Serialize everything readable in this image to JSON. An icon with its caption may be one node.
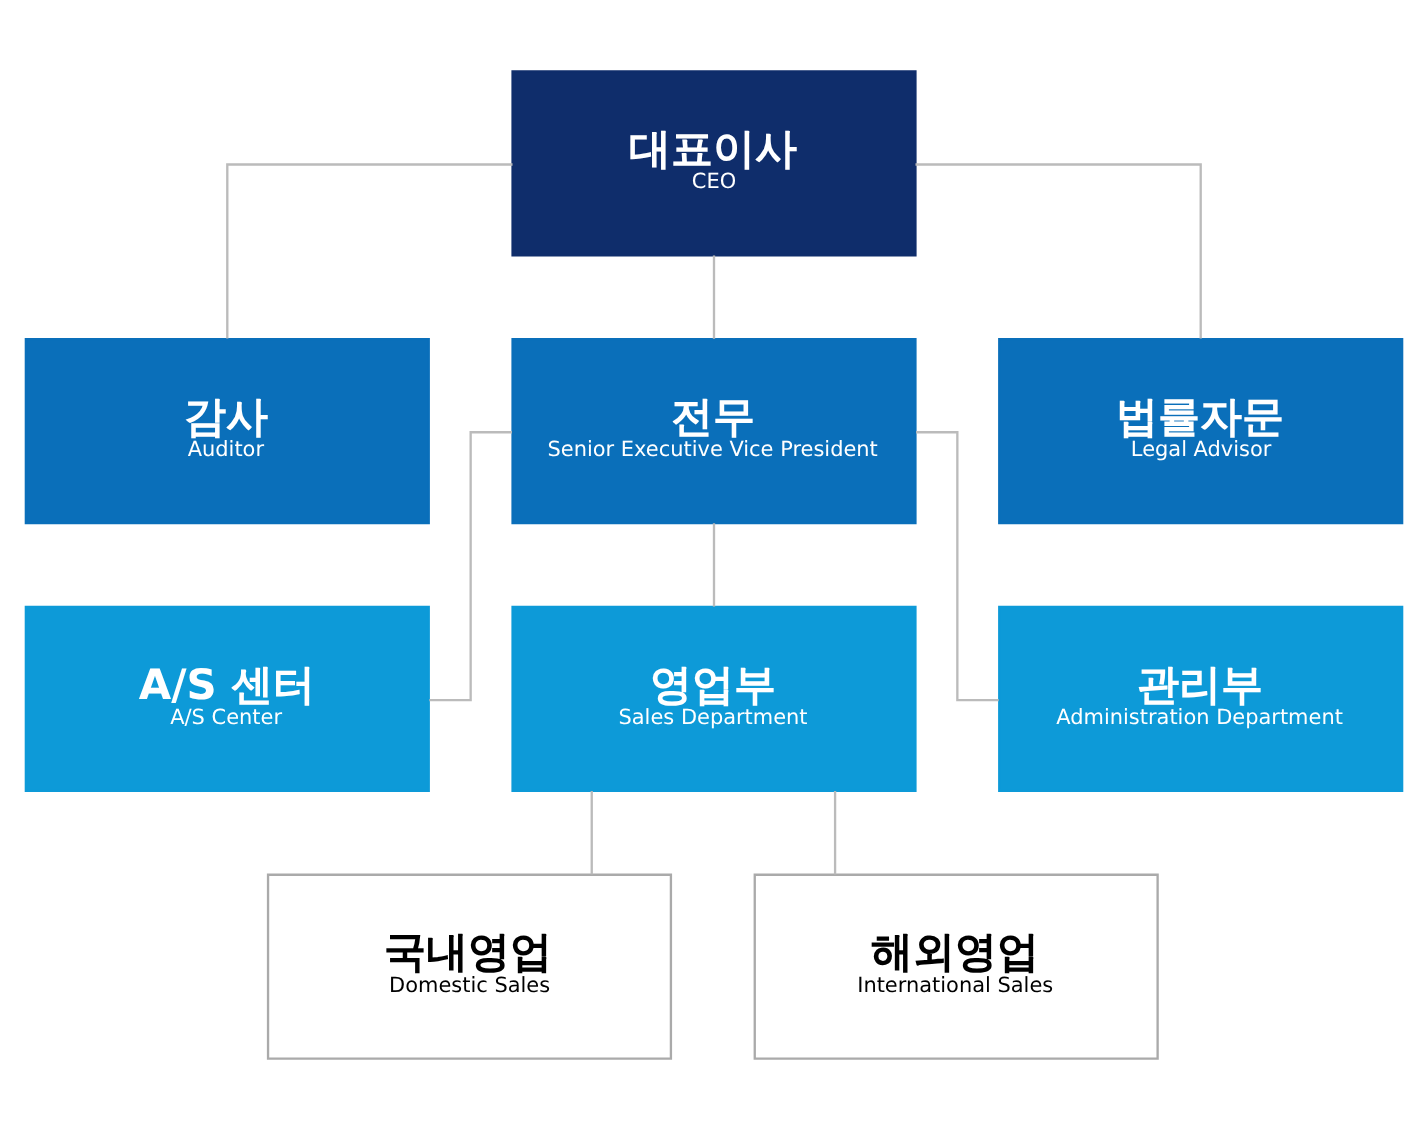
{
  "diagram": {
    "nodes": [
      {
        "text": [
          "대표이사",
          "CEO"
        ]
      },
      {
        "text": [
          "감사",
          "Auditor"
        ]
      },
      {
        "text": [
          "전무",
          "Senior Executive Vice President"
        ]
      },
      {
        "text": [
          "법률자문",
          "Legal Advisor"
        ]
      },
      {
        "text": [
          "A/S 센터",
          "A/S Center"
        ]
      },
      {
        "text": [
          "영업부",
          "Sales Department"
        ]
      },
      {
        "text": [
          "관리부",
          "Administration Department"
        ]
      },
      {
        "text": [
          "국내영업",
          "Domestic Sales"
        ]
      },
      {
        "text": [
          "해외영업",
          "International Sales"
        ]
      }
    ],
    "edges": [
      {
        "from": 0,
        "to": 1,
        "arrow": "none"
      },
      {
        "from": 0,
        "to": 2,
        "arrow": "none"
      },
      {
        "from": 0,
        "to": 3,
        "arrow": "none"
      },
      {
        "from": 2,
        "to": 4,
        "arrow": "none"
      },
      {
        "from": 2,
        "to": 5,
        "arrow": "none"
      },
      {
        "from": 2,
        "to": 6,
        "arrow": "none"
      },
      {
        "from": 5,
        "to": 7,
        "arrow": "none"
      },
      {
        "from": 5,
        "to": 8,
        "arrow": "none"
      }
    ]
  }
}
